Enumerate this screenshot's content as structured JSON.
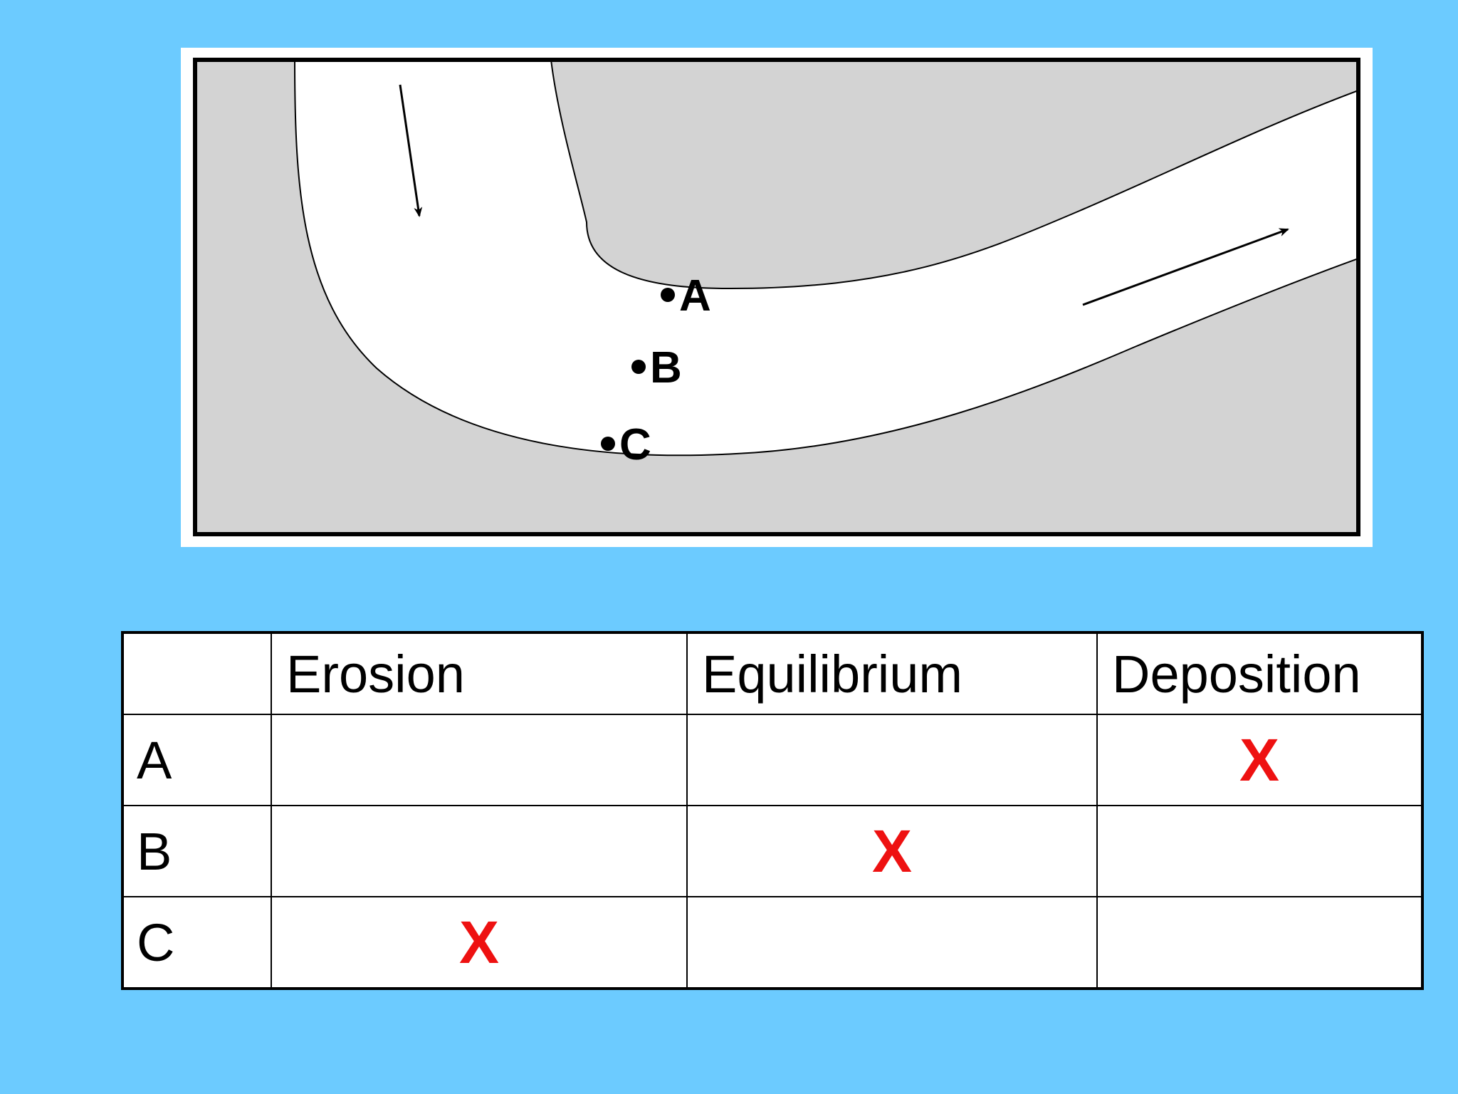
{
  "diagram": {
    "points": [
      {
        "label": "A"
      },
      {
        "label": "B"
      },
      {
        "label": "C"
      }
    ],
    "colors": {
      "land": "#d3d3d3",
      "river": "#ffffff",
      "outline": "#000000",
      "background": "#6ccbff"
    },
    "icons": [
      "flow-arrow-down-icon",
      "flow-arrow-right-icon"
    ]
  },
  "table": {
    "headers": [
      "",
      "Erosion",
      "Equilibrium",
      "Deposition"
    ],
    "rows": [
      {
        "label": "A",
        "cells": [
          "",
          "",
          "X"
        ]
      },
      {
        "label": "B",
        "cells": [
          "",
          "X",
          ""
        ]
      },
      {
        "label": "C",
        "cells": [
          "X",
          "",
          ""
        ]
      }
    ],
    "mark_color": "#ee1111"
  }
}
